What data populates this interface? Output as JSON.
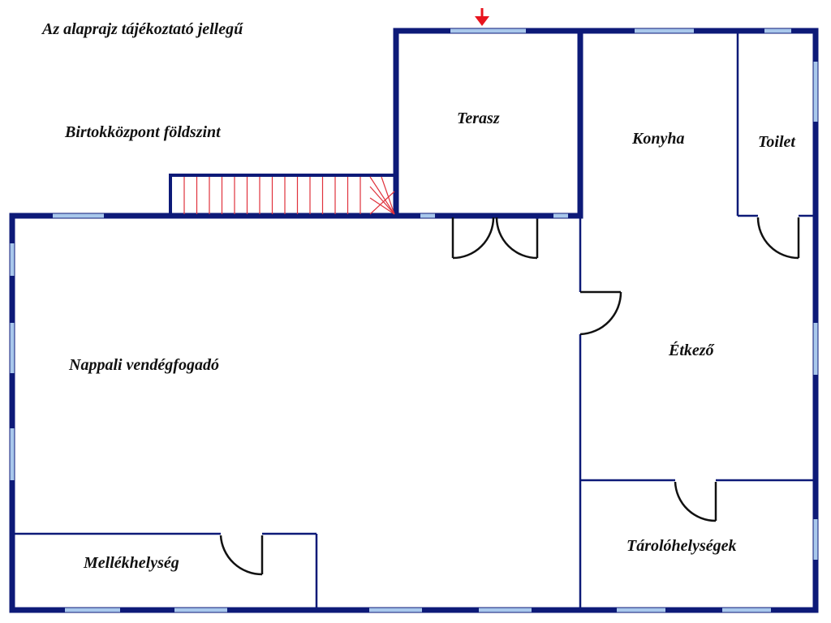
{
  "header": {
    "note": "Az alaprajz tájékoztató jellegű",
    "floor": "Birtokközpont földszint"
  },
  "rooms": {
    "terasz": "Terasz",
    "konyha": "Konyha",
    "toilet": "Toilet",
    "nappali": "Nappali vendégfogadó",
    "etkezo": "Étkező",
    "mellekhelyseg": "Mellékhelység",
    "tarolo": "Tárolóhelységek"
  },
  "colors": {
    "wall": "#0d1a78",
    "window": "#a9c8ec",
    "stairs": "#e0323c",
    "entrance_arrow": "#e8141e"
  },
  "icons": {
    "entrance": "down-arrow-icon"
  }
}
